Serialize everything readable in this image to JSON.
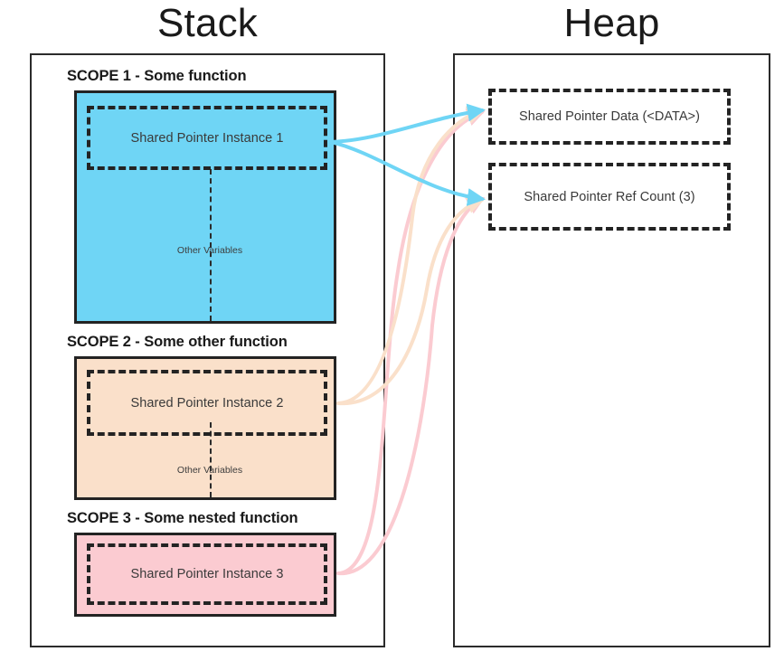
{
  "columns": {
    "stack_title": "Stack",
    "heap_title": "Heap"
  },
  "stack": {
    "scopes": [
      {
        "label": "SCOPE 1 - Some function",
        "color": "#6FD5F5",
        "instance_label": "Shared Pointer Instance 1",
        "other_variables_label": "Other Variables",
        "has_other_variables": true
      },
      {
        "label": "SCOPE 2 - Some other function",
        "color": "#FAE0CA",
        "instance_label": "Shared Pointer Instance 2",
        "other_variables_label": "Other Variables",
        "has_other_variables": true
      },
      {
        "label": "SCOPE 3 - Some nested function",
        "color": "#FBCBD1",
        "instance_label": "Shared Pointer Instance 3",
        "other_variables_label": "",
        "has_other_variables": false
      }
    ]
  },
  "heap": {
    "blocks": [
      {
        "label": "Shared Pointer Data (<DATA>)"
      },
      {
        "label": "Shared Pointer Ref Count (3)"
      }
    ]
  },
  "connectors": {
    "arrow_color_1": "#6FD5F5",
    "arrow_color_2": "#FAE0CA",
    "arrow_color_3": "#FBCBD1",
    "description": "Each shared pointer instance points to both the shared data block and the shared reference count block in the heap."
  },
  "colors": {
    "outline": "#2b2b2b",
    "text": "#3a3a3a",
    "background": "#ffffff"
  }
}
